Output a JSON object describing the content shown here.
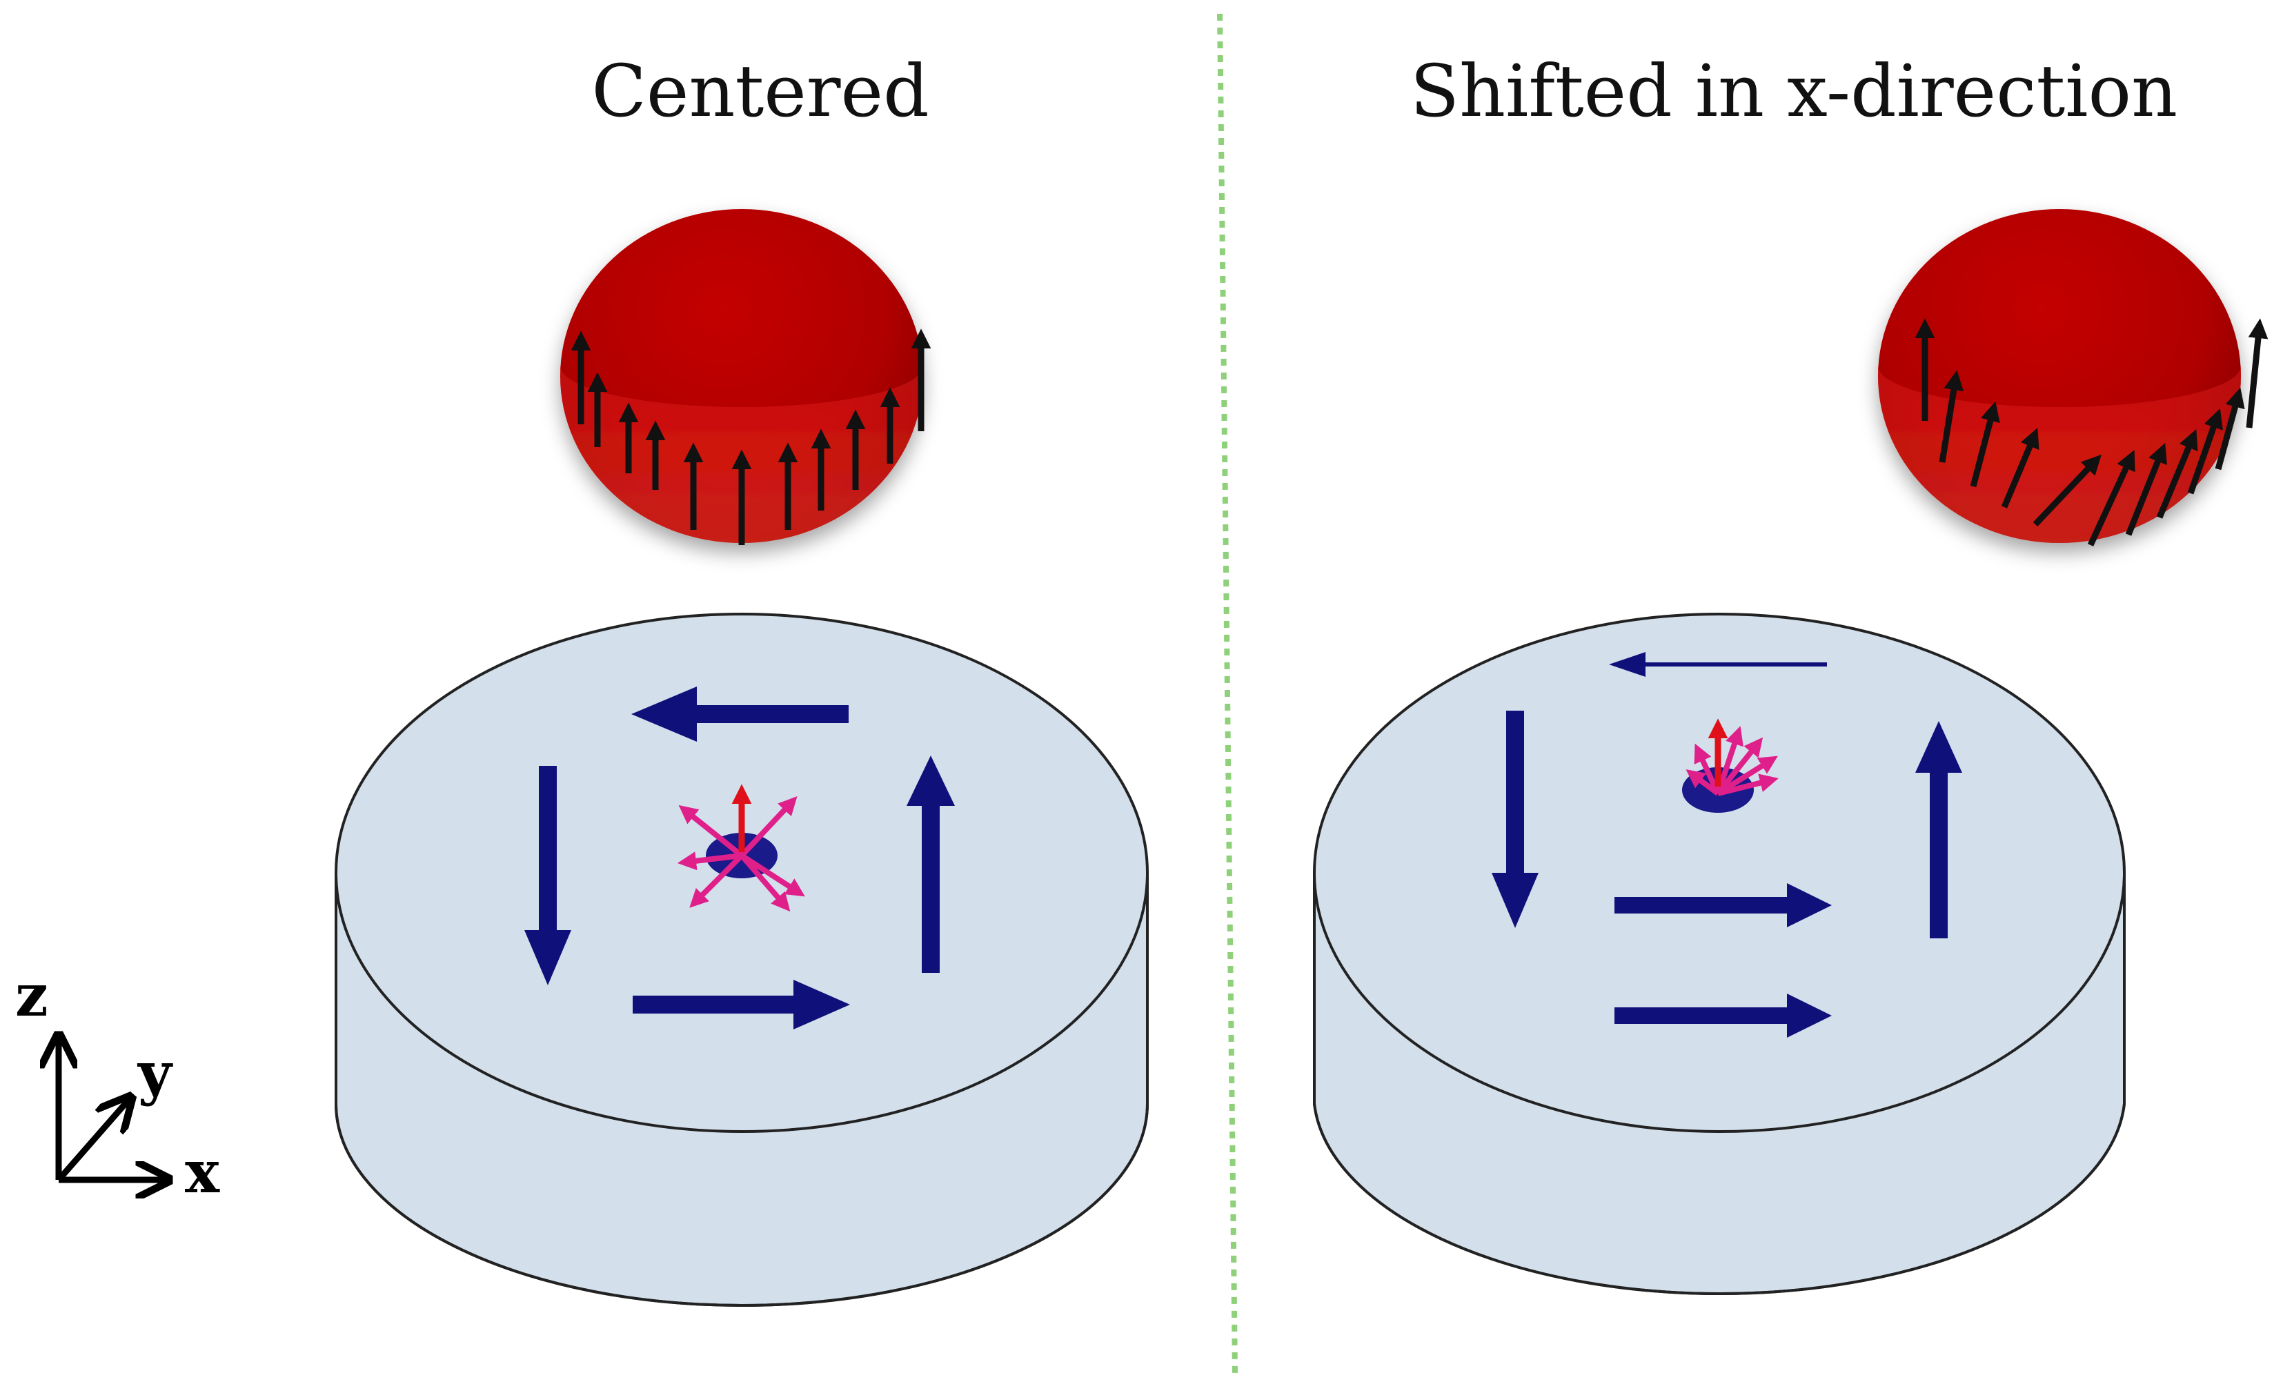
{
  "panels": {
    "left": {
      "title": "Centered"
    },
    "right": {
      "title": "Shifted in x-direction"
    }
  },
  "axes": {
    "x": "x",
    "y": "y",
    "z": "z"
  },
  "colors": {
    "background": "#ffffff",
    "disk_face": "#d3e0ec",
    "disk_outline": "#222222",
    "magnetization_arrow": "#10107a",
    "core": "#1a1a8a",
    "core_radial_arrow": "#e0208a",
    "core_up_arrow": "#e0101a",
    "sphere": "#b00000",
    "sphere_field_arrow": "#111111",
    "divider": "#8fd07a"
  }
}
